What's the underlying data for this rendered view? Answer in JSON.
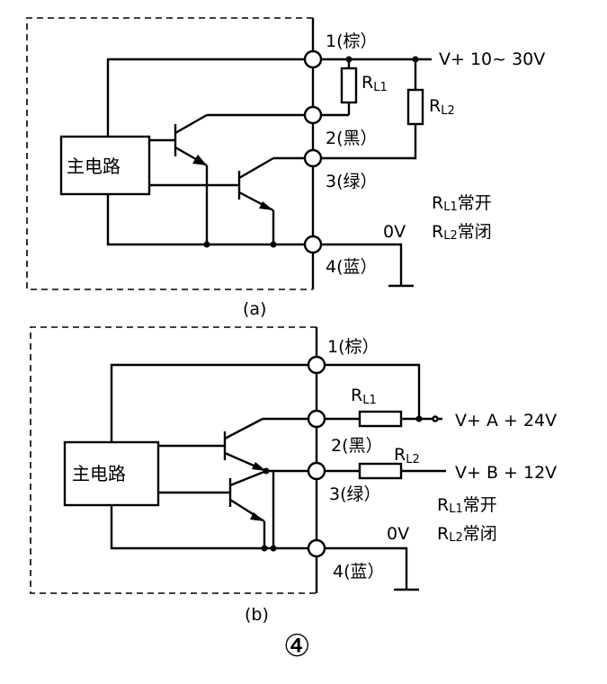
{
  "diagram_a": {
    "block_label": "主电路",
    "pin1_label": "1(棕）",
    "pin2_label": "2(黑）",
    "pin3_label": "3(绿）",
    "pin4_label": "4(蓝）",
    "supply_label": "V+  10~ 30V",
    "ground_label": "0V",
    "rl1_main": "R",
    "rl1_sub": "L1",
    "rl2_main": "R",
    "rl2_sub": "L2",
    "note_line1_main": "R",
    "note_line1_sub": "L1",
    "note_line1_text": "常开",
    "note_line2_main": "R",
    "note_line2_sub": "L2",
    "note_line2_text": "常闭",
    "caption": "(a)"
  },
  "diagram_b": {
    "block_label": "主电路",
    "pin1_label": "1(棕）",
    "pin2_label": "2(黑）",
    "pin3_label": "3(绿）",
    "pin4_label": "4(蓝）",
    "supply_a_label": "V+ A + 24V",
    "supply_b_label": "V+ B + 12V",
    "ground_label": "0V",
    "rl1_main": "R",
    "rl1_sub": "L1",
    "rl2_main": "R",
    "rl2_sub": "L2",
    "note_line1_main": "R",
    "note_line1_sub": "L1",
    "note_line1_text": "常开",
    "note_line2_main": "R",
    "note_line2_sub": "L2",
    "note_line2_text": "常闭",
    "caption": "(b)"
  },
  "figure_number": "④"
}
